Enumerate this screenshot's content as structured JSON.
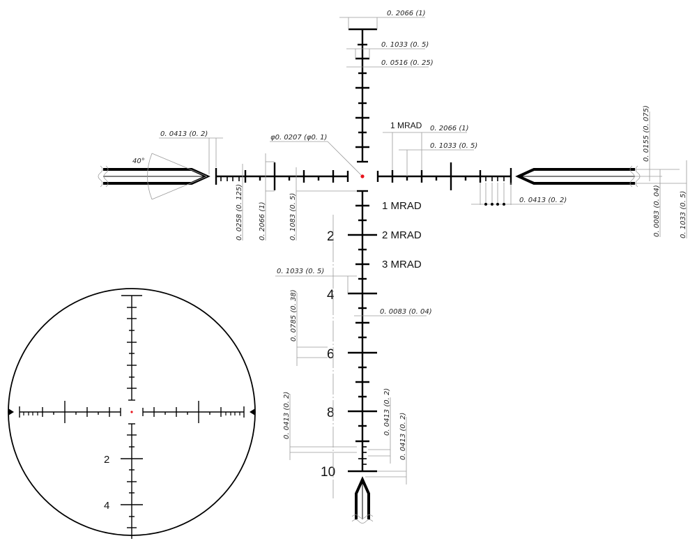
{
  "diagram": {
    "title": "MRAD reticle specification drawing",
    "accent_dot_color": "#e8141c",
    "line_color": "#000000",
    "dimension_color": "#9a9a9a",
    "angle_label": "40°",
    "center_dot": "φ0. 0207 (φ0. 1)",
    "mrad_labels": [
      "1 MRAD",
      "2 MRAD",
      "3 MRAD"
    ],
    "top_mrad_label": "1 MRAD",
    "holdover_numbers": [
      "2",
      "4",
      "6",
      "8",
      "10"
    ],
    "dimensions": {
      "top_bar": "0. 2066 (1)",
      "top_half": "0. 1033 (0. 5)",
      "top_quarter": "0. 0516 (0. 25)",
      "right_top_mrad": "0. 2066 (1)",
      "right_top_half": "0. 1033 (0. 5)",
      "right_fine": "0. 0413 (0. 2)",
      "left_arrow_gap": "0. 0413 (0. 2)",
      "left_eighth": "0. 0258 (0. 125)",
      "left_mrad": "0. 2066 (1)",
      "left_half": "0. 1083 (0. 5)",
      "post_width_outer": "0. 0155 (0. 075)",
      "post_line": "0. 0083 (0. 04)",
      "post_total": "0. 1033 (0. 5)",
      "vert_half": "0. 1033 (0. 5)",
      "line_width": "0. 0083 (0. 04)",
      "number_height": "0. 0785 (0. 38)",
      "bottom_left_fine": "0. 0413 (0. 2)",
      "bottom_right_fine_a": "0. 0413 (0. 2)",
      "bottom_right_fine_b": "0. 0413 (0. 2)"
    }
  },
  "inset": {
    "title": "Reticle field of view preview",
    "numbers": [
      "2",
      "4"
    ]
  }
}
